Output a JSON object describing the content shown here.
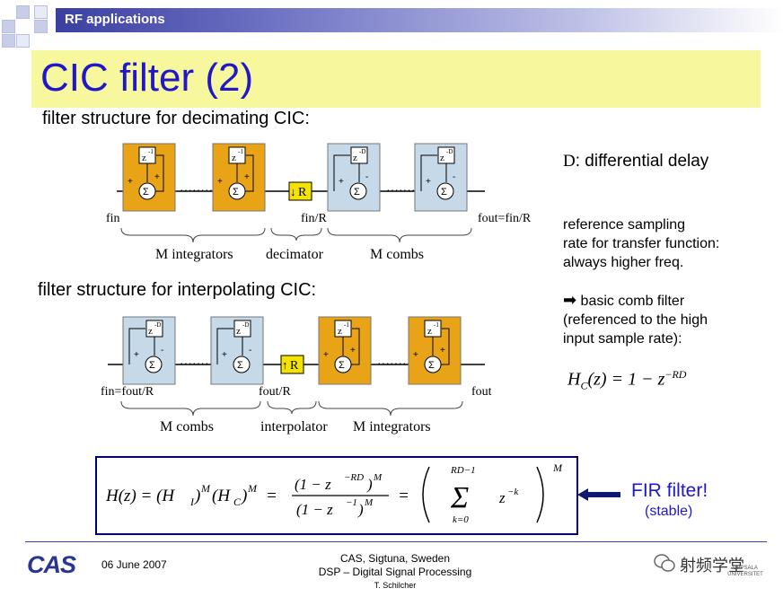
{
  "header": {
    "section": "RF applications"
  },
  "slide": {
    "title": "CIC filter (2)",
    "subtitle_decimating": "filter structure for decimating CIC:",
    "subtitle_interpolating": "filter structure for interpolating CIC:"
  },
  "decimating": {
    "integrator_delay": "z",
    "integrator_exp": "-1",
    "comb_delay": "z",
    "comb_exp": "-D",
    "rate_block": "R",
    "rate_arrow": "↓",
    "sigma": "Σ",
    "dots": "···········",
    "rate_in": "fin",
    "rate_mid": "fin/R",
    "rate_out": "fout=fin/R",
    "group_1": "M integrators",
    "group_2": "decimator",
    "group_3": "M combs"
  },
  "interpolating": {
    "comb_delay": "z",
    "comb_exp": "-D",
    "integrator_delay": "z",
    "integrator_exp": "-1",
    "rate_block": "R",
    "rate_arrow": "↑",
    "sigma": "Σ",
    "dots": "···········",
    "rate_in": "fin=fout/R",
    "rate_mid": "fout/R",
    "rate_out": "fout",
    "group_1": "M combs",
    "group_2": "interpolator",
    "group_3": "M integrators"
  },
  "side": {
    "d_symbol": "D",
    "d_text": ": differential delay",
    "ref_lines": [
      "reference sampling",
      "rate for transfer function:",
      "always higher freq."
    ],
    "comb_lead": "basic comb filter",
    "comb_lines": [
      "(referenced to the high",
      "input sample rate):"
    ],
    "hc_formula": "H_C(z) = 1 − z^{−RD}"
  },
  "formula": {
    "text": "H(z) = (H_I)^M (H_C)^M = (1 − z^{−RD})^M / (1 − z^{−1})^M = ( Σ_{k=0}^{RD−1} z^{−k} )^M"
  },
  "annotation": {
    "fir": "FIR filter!",
    "stable": "(stable)"
  },
  "footer": {
    "logo": "CAS",
    "date": "06 June 2007",
    "line1": "CAS, Sigtuna, Sweden",
    "line2": "DSP – Digital Signal Processing",
    "line3": "T. Schilcher",
    "watermark": "射频学堂",
    "uni": "UPPSALA UNIVERSITET"
  },
  "colors": {
    "integrator": "#e8a317",
    "comb": "#c5d9e8",
    "rate_block": "#f4e200",
    "title": "#1f17c9",
    "title_bg": "#f7f79e"
  }
}
